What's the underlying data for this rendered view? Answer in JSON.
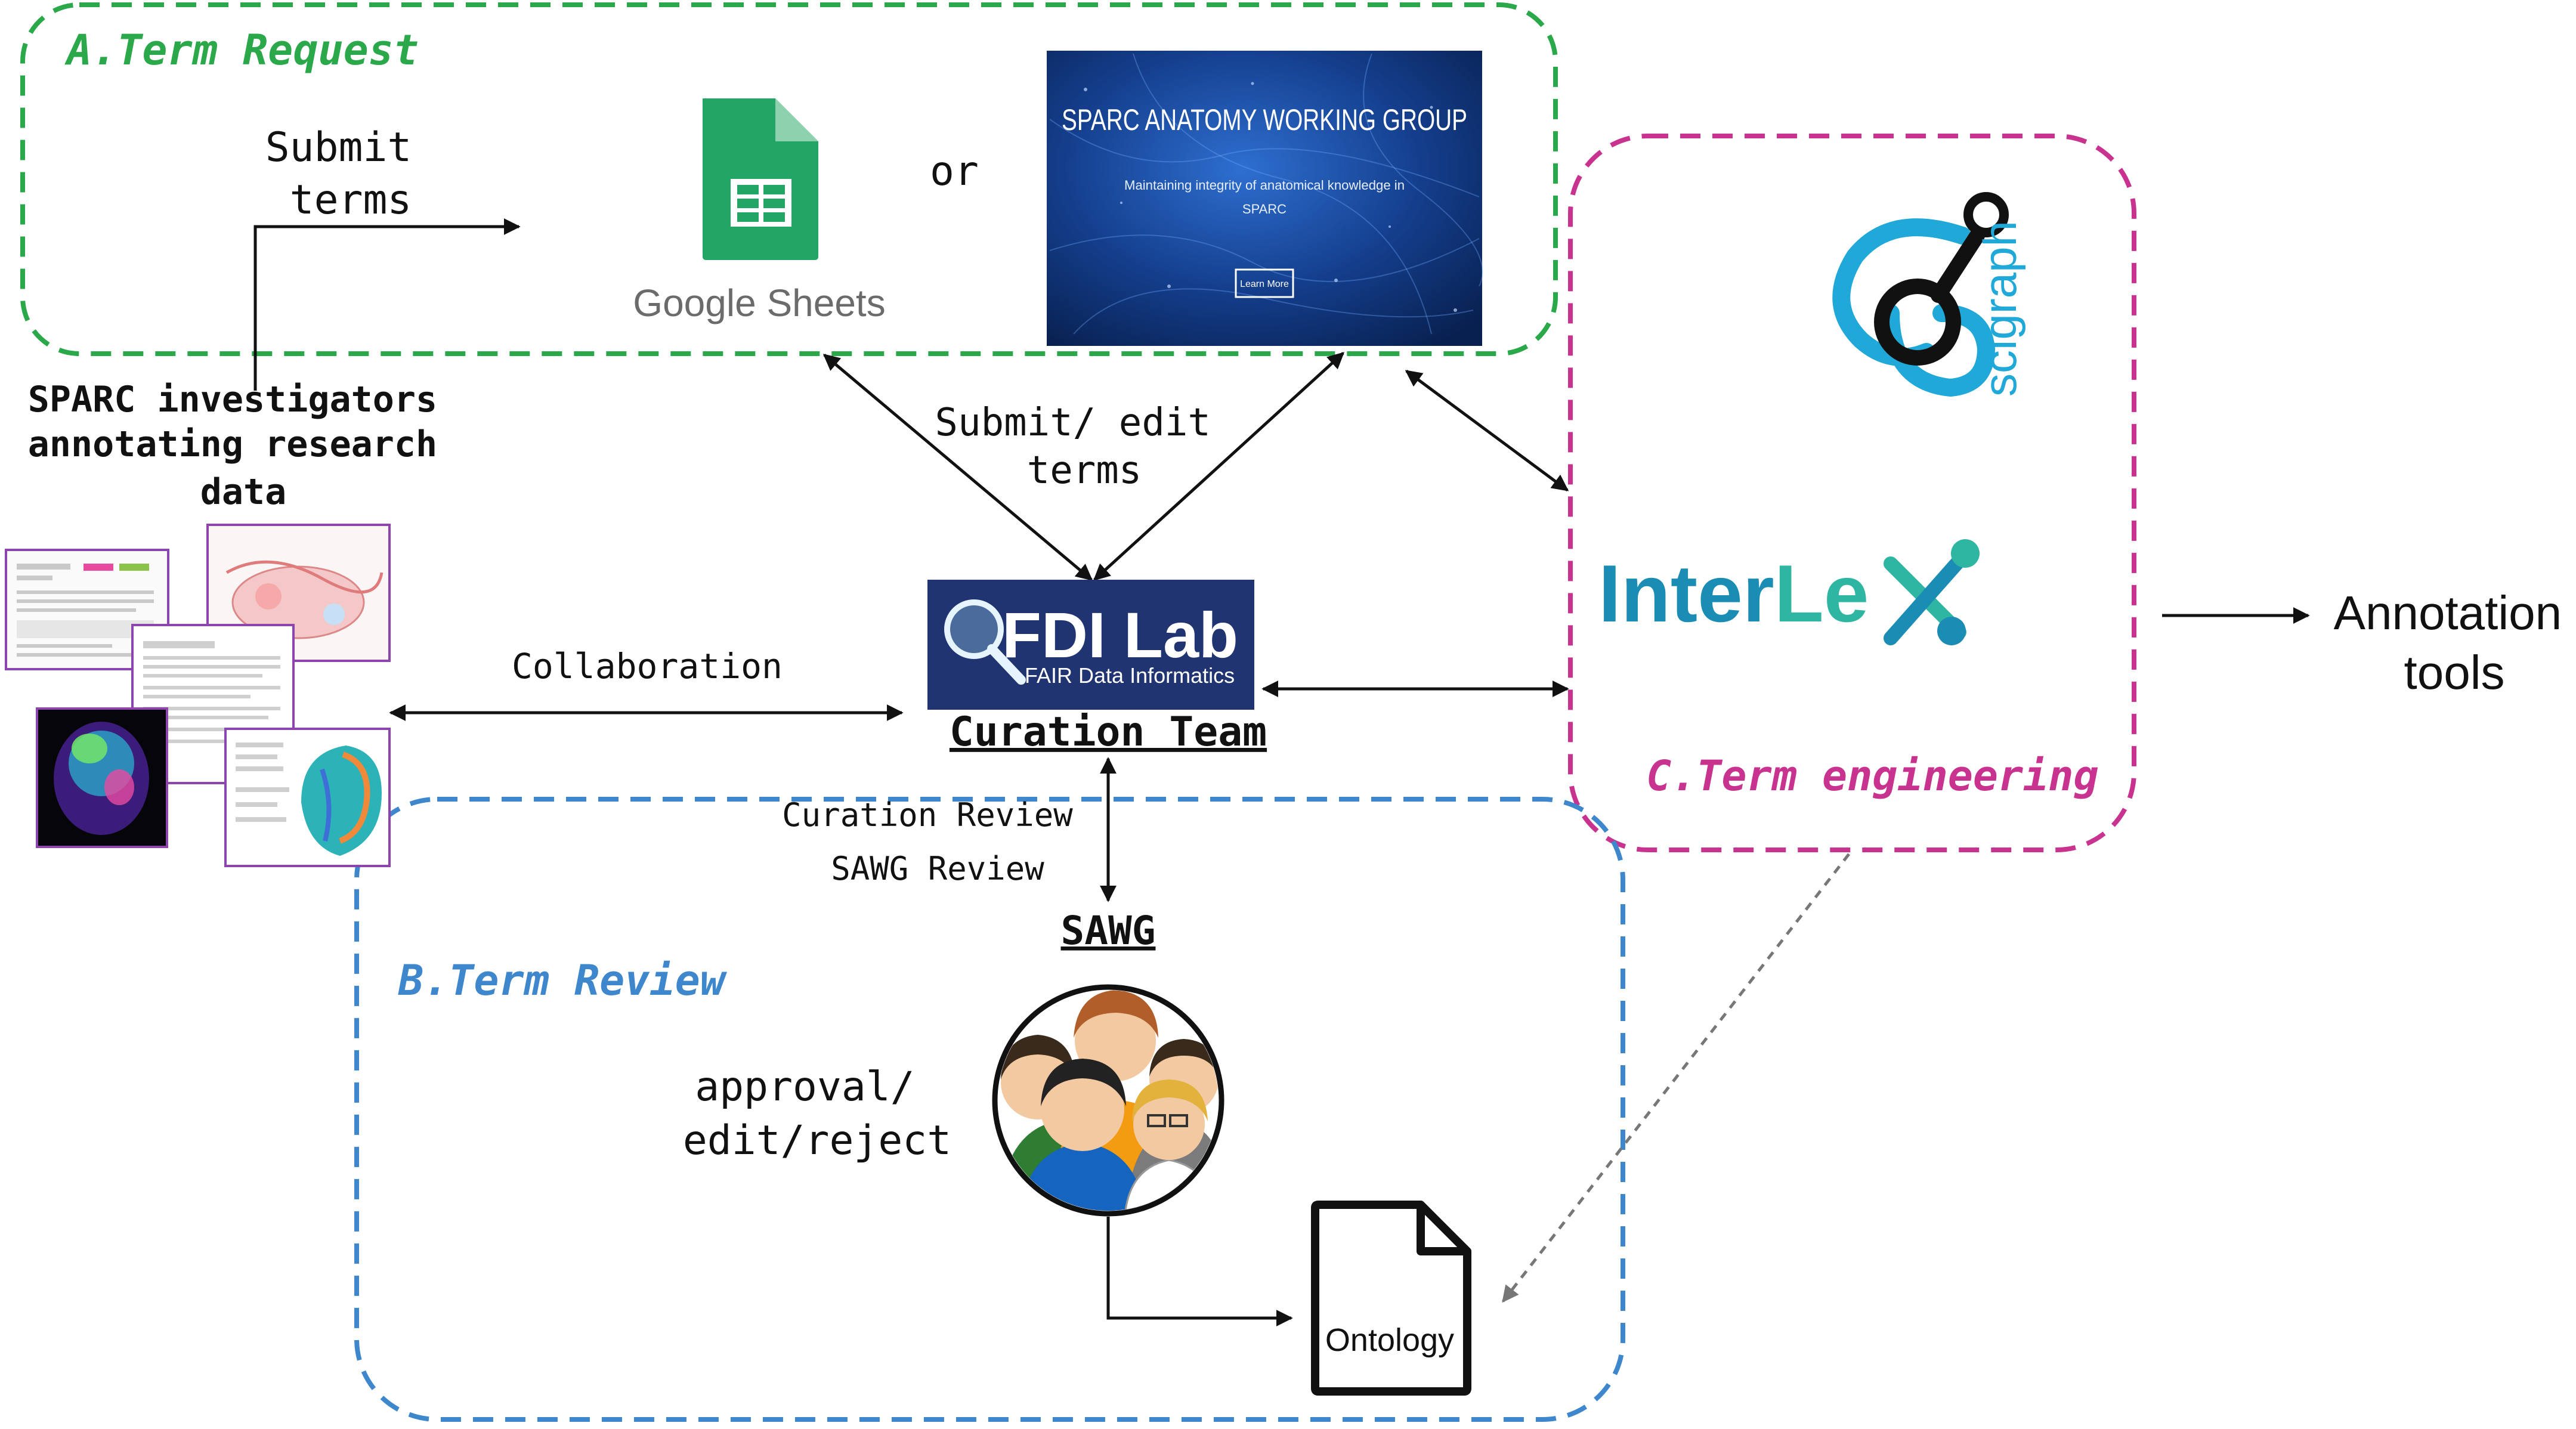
{
  "regions": {
    "term_request": {
      "label": "A.Term Request",
      "color": "#2BA84A"
    },
    "term_review": {
      "label": "B.Term Review",
      "color": "#3F87CC"
    },
    "term_engineering": {
      "label": "C.Term engineering",
      "color": "#C8338F"
    }
  },
  "investigators": {
    "line1": "SPARC investigators",
    "line2": "annotating research",
    "line3": "data"
  },
  "submit": {
    "line1": "Submit",
    "line2": "terms"
  },
  "google_sheets": {
    "brand": "Google Sheets",
    "color": "#23A566"
  },
  "or_label": "or",
  "sawg_banner": {
    "title": "SPARC ANATOMY WORKING GROUP",
    "subtitle_line1": "Maintaining integrity of anatomical knowledge in",
    "subtitle_line2": "SPARC",
    "button": "Learn More"
  },
  "submit_edit": {
    "line1": "Submit/ edit",
    "line2": "terms"
  },
  "collaboration": "Collaboration",
  "fdi": {
    "title": "FDI Lab",
    "subtitle": "FAIR Data Informatics",
    "bg": "#1F3470"
  },
  "curation_team": "Curation Team",
  "reviews": {
    "curation": "Curation Review",
    "sawg": "SAWG Review"
  },
  "sawg_label": "SAWG",
  "approval": {
    "line1": "approval/",
    "line2": "edit/reject"
  },
  "ontology": "Ontology",
  "scigraph": {
    "text": "scigraph",
    "color": "#1FA8D8"
  },
  "interlex": {
    "inter": "Inter",
    "le": "Le",
    "x": "X",
    "color": "#1B8DB5",
    "x_color": "#2FB6A2"
  },
  "annotation_tools": {
    "line1": "Annotation",
    "line2": "tools"
  }
}
